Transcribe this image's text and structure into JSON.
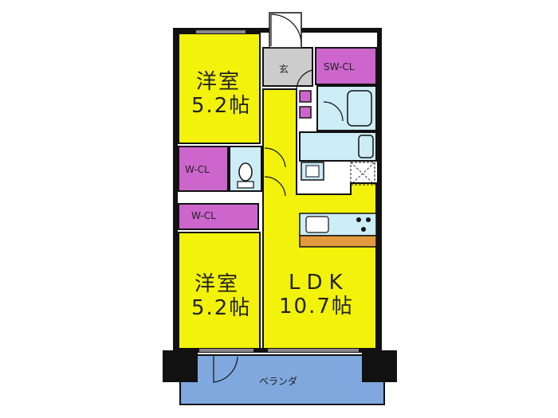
{
  "floor_plan": {
    "colors": {
      "western_room": "#f2f20a",
      "ldk": "#f2f20a",
      "closet": "#cc66cc",
      "entrance": "#cccccc",
      "water_area": "#ccecf6",
      "veranda": "#7fa8de",
      "kitchen_counter": "#e39a3f",
      "wall": "#111111"
    },
    "rooms": {
      "western_room_top": {
        "name": "洋室",
        "size": "5.2帖"
      },
      "western_room_bottom": {
        "name": "洋室",
        "size": "5.2帖"
      },
      "ldk": {
        "name": "LDK",
        "size": "10.7帖"
      },
      "wcl_upper": {
        "name": "W-CL"
      },
      "wcl_lower": {
        "name": "W-CL"
      },
      "sw_cl": {
        "name": "SW-CL"
      },
      "entrance": {
        "name": "玄"
      },
      "veranda": {
        "name": "ベランダ"
      }
    }
  }
}
